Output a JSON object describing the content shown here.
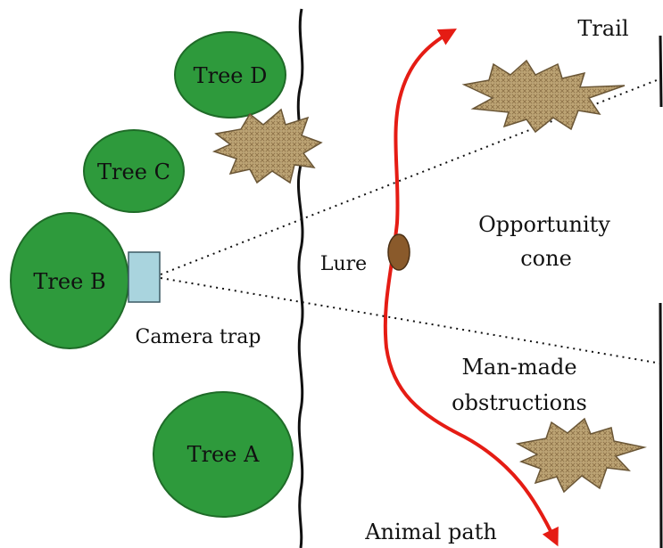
{
  "diagram": {
    "trees": [
      {
        "id": "a",
        "label": "Tree A"
      },
      {
        "id": "b",
        "label": "Tree B"
      },
      {
        "id": "c",
        "label": "Tree C"
      },
      {
        "id": "d",
        "label": "Tree D"
      }
    ],
    "labels": {
      "trail": "Trail",
      "camera_trap": "Camera trap",
      "lure": "Lure",
      "opportunity_cone_line1": "Opportunity",
      "opportunity_cone_line2": "cone",
      "man_made_line1": "Man-made",
      "man_made_line2": "obstructions",
      "animal_path": "Animal path"
    },
    "colors": {
      "tree_fill": "#2e9a3c",
      "tree_stroke": "#1f6b28",
      "camera_fill": "#a9d4de",
      "animal_path": "#e51c14",
      "lure_fill": "#8a5a2b",
      "obstruction_fill": "#b59a6b",
      "obstruction_stroke": "#6a5636",
      "trail_edge": "#111111"
    }
  }
}
